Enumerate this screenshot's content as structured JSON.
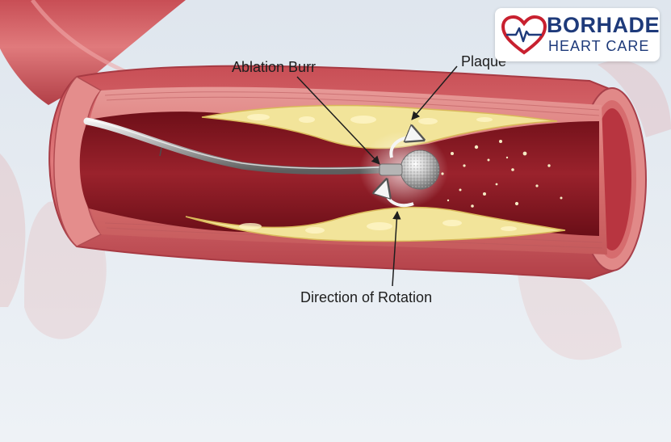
{
  "labels": {
    "burr": "Ablation Burr",
    "plaque": "Plaque",
    "rotation": "Direction of Rotation"
  },
  "logo": {
    "name": "BORHADE",
    "subtitle": "HEART CARE",
    "brand_color": "#1e3a7a",
    "accent_color": "#c8202f"
  },
  "colors": {
    "vessel_wall": "#d46a6e",
    "vessel_lumen": "#8e1a24",
    "plaque": "#f2e49a",
    "background": "#e9eef3"
  }
}
